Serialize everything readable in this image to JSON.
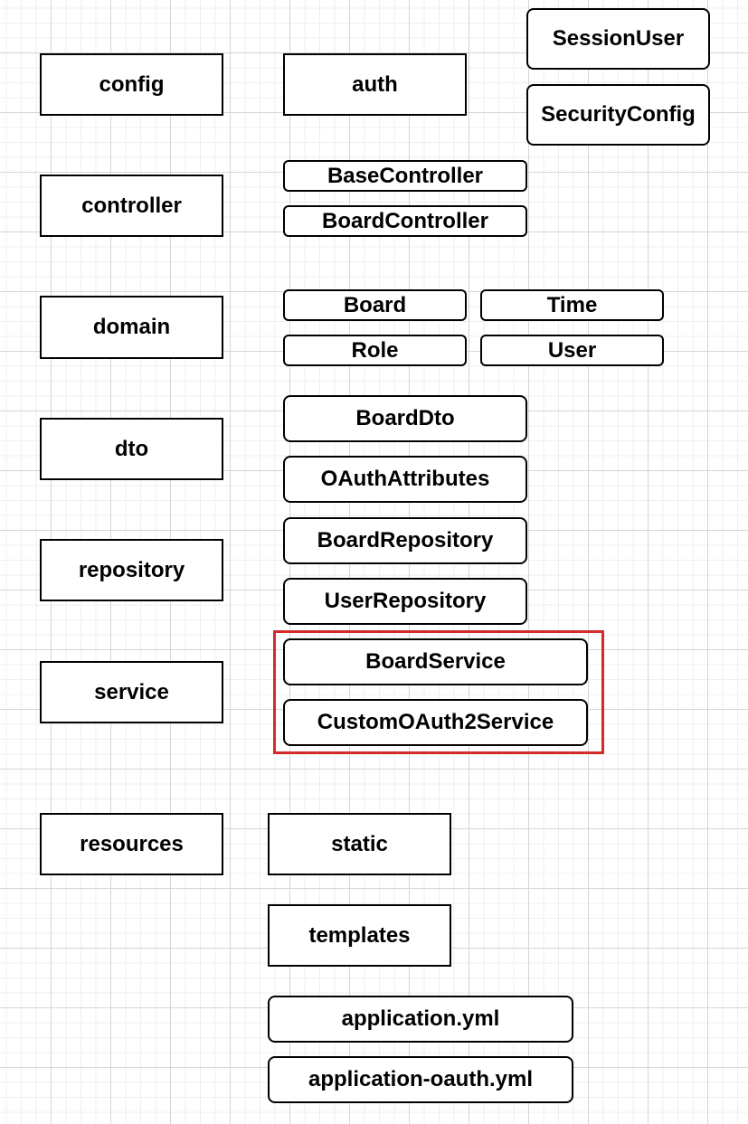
{
  "highlight_color": "#d62a2a",
  "packages": {
    "config": "config",
    "controller": "controller",
    "domain": "domain",
    "dto": "dto",
    "repository": "repository",
    "service": "service",
    "resources": "resources"
  },
  "config": {
    "auth": "auth",
    "session_user": "SessionUser",
    "security_config": "SecurityConfig"
  },
  "controller": {
    "base": "BaseController",
    "board": "BoardController"
  },
  "domain": {
    "board": "Board",
    "time": "Time",
    "role": "Role",
    "user": "User"
  },
  "dto": {
    "board_dto": "BoardDto",
    "oauth_attributes": "OAuthAttributes"
  },
  "repository": {
    "board_repository": "BoardRepository",
    "user_repository": "UserRepository"
  },
  "service": {
    "board_service": "BoardService",
    "custom_oauth2_service": "CustomOAuth2Service"
  },
  "resources": {
    "static": "static",
    "templates": "templates",
    "application_yml": "application.yml",
    "application_oauth_yml": "application-oauth.yml"
  }
}
